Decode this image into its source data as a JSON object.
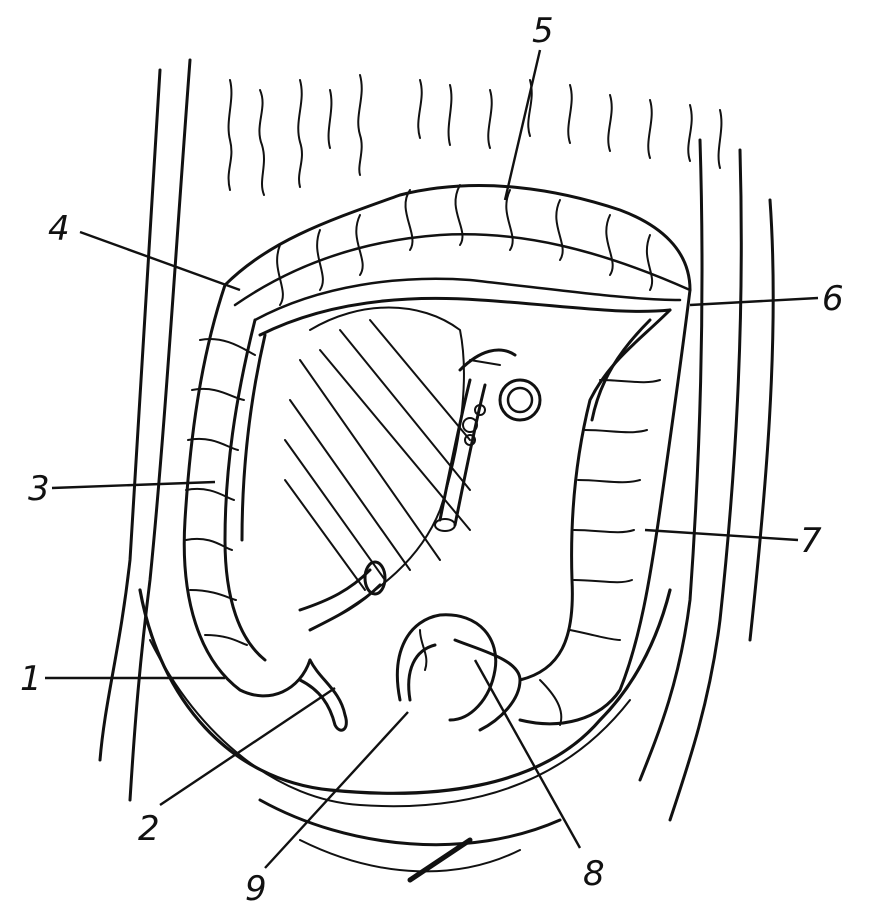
{
  "labels": [
    {
      "id": "1",
      "text": "1"
    },
    {
      "id": "2",
      "text": "2"
    },
    {
      "id": "3",
      "text": "3"
    },
    {
      "id": "4",
      "text": "4"
    },
    {
      "id": "5",
      "text": "5"
    },
    {
      "id": "6",
      "text": "6"
    },
    {
      "id": "7",
      "text": "7"
    },
    {
      "id": "8",
      "text": "8"
    },
    {
      "id": "9",
      "text": "9"
    }
  ]
}
